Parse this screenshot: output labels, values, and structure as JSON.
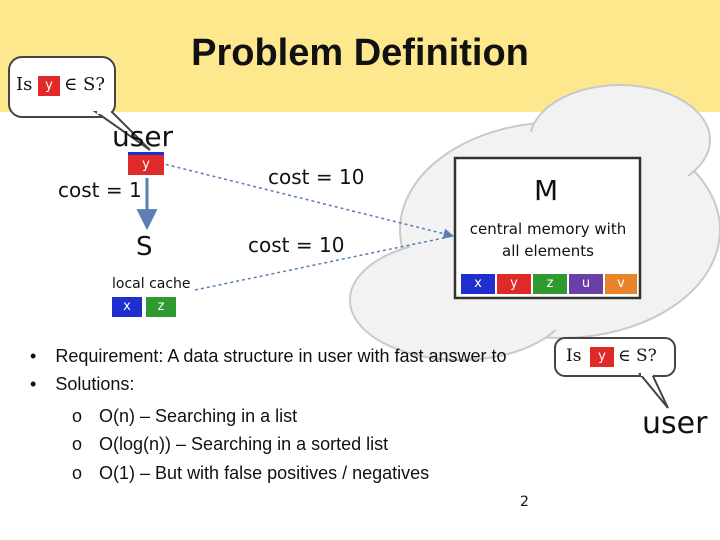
{
  "slide": {
    "title": "Problem Definition",
    "page_number": "2"
  },
  "query": {
    "prefix": "Is",
    "element": "y",
    "suffix": "∈ S?"
  },
  "user_node": {
    "label": "user",
    "element": "y"
  },
  "edges": {
    "user_to_cache": "cost = 1",
    "user_to_memory": "cost = 10",
    "cache_to_memory": "cost = 10"
  },
  "cache": {
    "symbol": "S",
    "label": "local cache",
    "elements": [
      "x",
      "z"
    ]
  },
  "memory": {
    "symbol": "M",
    "label_line1": "central memory with",
    "label_line2": "all elements",
    "elements": [
      "x",
      "y",
      "z",
      "u",
      "v"
    ]
  },
  "bullets": {
    "requirement": "Requirement: A data structure in user with fast answer to",
    "solutions": "Solutions:",
    "sub_items": [
      "O(n) – Searching in a list",
      "O(log(n)) – Searching in a sorted list",
      "O(1) – But with false positives / negatives"
    ],
    "sub_marker": "o",
    "bullet_marker": "•"
  },
  "side_label": "user",
  "colors": {
    "header_bg": "#fde88e",
    "x_cell": "#1f2ecf",
    "y_cell": "#e02a2a",
    "z_cell": "#2f9a2f",
    "u_cell": "#6a3fa8",
    "v_cell": "#e8832a",
    "edge": "#5b7fb0"
  }
}
